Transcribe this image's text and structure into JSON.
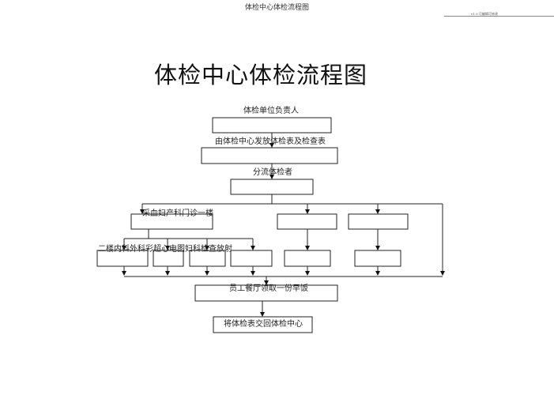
{
  "header": {
    "doc_title": "体检中心体检流程图",
    "small_note": "v1.0 可编辑可修改"
  },
  "diagram": {
    "title": "体检中心体检流程图",
    "steps": {
      "step1": "体检单位负责人",
      "step2": "由体检中心发放体检表及检查表",
      "step3": "分流体检者",
      "branch_first_floor": "采血妇产科门诊一楼",
      "branch_second_floor": "二楼内科外科彩超心电图妇科检查放射",
      "step_meal": "员工餐厅领取一份早饭",
      "step_return": "将体检表交回体检中心"
    }
  }
}
